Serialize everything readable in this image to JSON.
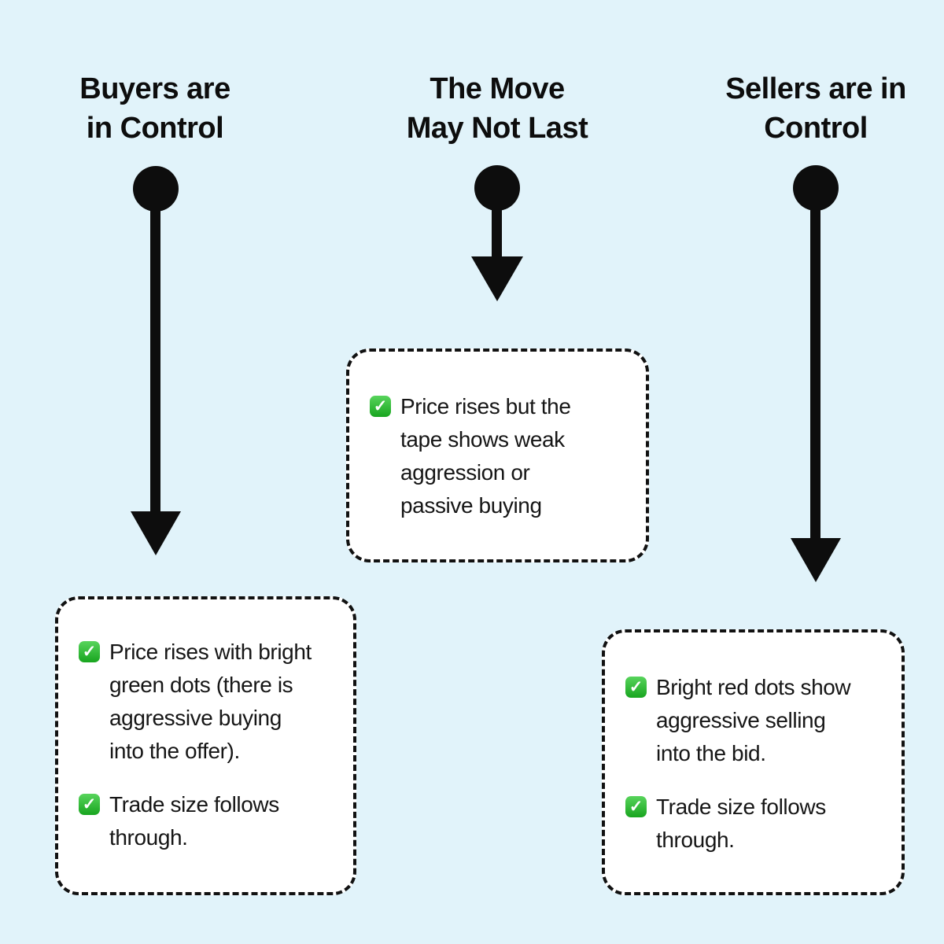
{
  "colors": {
    "background": "#e1f3fa",
    "box_background": "#ffffff",
    "box_border": "#111111",
    "text": "#161616",
    "arrow": "#0d0d0d",
    "check_green_top": "#58d45c",
    "check_green_bottom": "#18a51f"
  },
  "icons": {
    "check_glyph": "✓"
  },
  "columns": [
    {
      "id": "buyers",
      "title_line1": "Buyers are",
      "title_line2": "in Control",
      "bullets": [
        {
          "icon": "check-icon",
          "lines": [
            "Price rises with bright",
            "green dots (there is",
            "aggressive buying",
            "into the offer)."
          ]
        },
        {
          "icon": "check-icon",
          "lines": [
            "Trade size follows",
            "through."
          ]
        }
      ]
    },
    {
      "id": "move",
      "title_line1": "The Move",
      "title_line2": "May Not Last",
      "bullets": [
        {
          "icon": "check-icon",
          "lines": [
            "Price rises but the",
            "tape shows weak",
            "aggression or",
            "passive buying"
          ]
        }
      ]
    },
    {
      "id": "sellers",
      "title_line1": "Sellers are in",
      "title_line2": "Control",
      "bullets": [
        {
          "icon": "check-icon",
          "lines": [
            "Bright red dots show",
            "aggressive selling",
            "into the bid."
          ]
        },
        {
          "icon": "check-icon",
          "lines": [
            "Trade size follows",
            "through."
          ]
        }
      ]
    }
  ]
}
